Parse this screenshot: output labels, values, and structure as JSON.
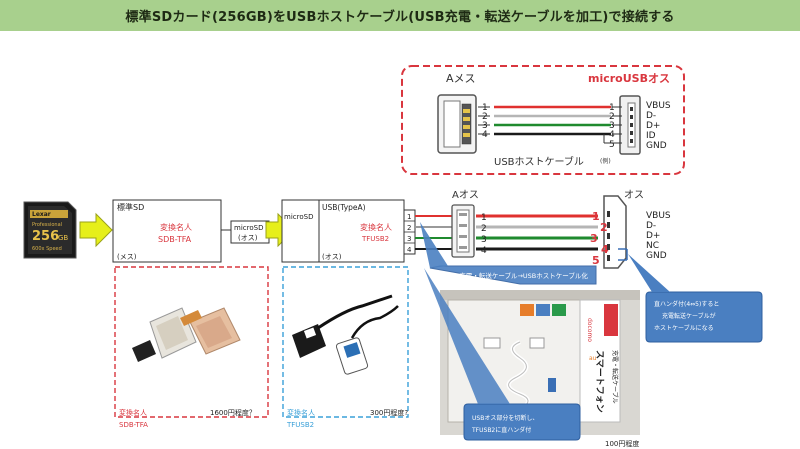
{
  "title": "標準SDカード(256GB)をUSBホストケーブル(USB充電・転送ケーブルを加工)で接続する",
  "sd_card": {
    "brand": "Lexar",
    "line": "Professional",
    "capacity": "256",
    "unit": "GB",
    "speed": "600x Speed"
  },
  "blocks": {
    "sd_block": {
      "top_label": "標準SD",
      "name_label": "変換名人",
      "model": "SDB-TFA",
      "bottom_label": "(メス)"
    },
    "microsd_block": {
      "label1": "microSD",
      "label2": "(オス)"
    },
    "usb_block": {
      "left_label": "microSD",
      "right_label": "USB(TypeA)",
      "name_label": "変換名人",
      "model": "TFUSB2",
      "bottom_label": "(オス)"
    }
  },
  "pin_numbers": [
    "1",
    "2",
    "3",
    "4",
    "5"
  ],
  "pin_signals": [
    "VBUS",
    "D-",
    "D+",
    "ID",
    "GND"
  ],
  "host_signals": [
    "VBUS",
    "D-",
    "D+",
    "NC",
    "GND"
  ],
  "legend_box": {
    "a_female": "Aメス",
    "micro_male": "microUSBオス",
    "cable_label": "USBホストケーブル",
    "note": "(例)"
  },
  "connector_labels": {
    "a_male": "Aオス",
    "male": "オス"
  },
  "callouts": {
    "convert": "USB充電・転送ケーブル→USBホストケーブル化",
    "jumper_line1": "直ハンダ付(4⇔5)すると",
    "jumper_line2": "充電転送ケーブルが",
    "jumper_line3": "ホストケーブルになる",
    "cut_line1": "USBオス部分を切断し、",
    "cut_line2": "TFUSB2に直ハンダ付"
  },
  "products": {
    "sdb": {
      "name_label": "変換名人",
      "model": "SDB-TFA",
      "price": "1600円程度？"
    },
    "tfusb": {
      "name_label": "変換名人",
      "model": "TFUSB2",
      "price": "300円程度?"
    },
    "cable_price": "100円程度",
    "package_text": [
      "スマートフォン",
      "充電・転送ケーブル"
    ],
    "package_tags": [
      "docomo",
      "au"
    ]
  },
  "colors": {
    "title_bg": "#a8d08d",
    "wire_red": "#e0312f",
    "wire_white": "#9a9a9a",
    "wire_green": "#1f8a2e",
    "wire_black": "#1a1a1a",
    "dashed_red": "#d9363e",
    "dashed_blue": "#3aa0d8",
    "callout_blue": "#4a7fc1",
    "arrow_yellow": "#e6ef1a"
  }
}
